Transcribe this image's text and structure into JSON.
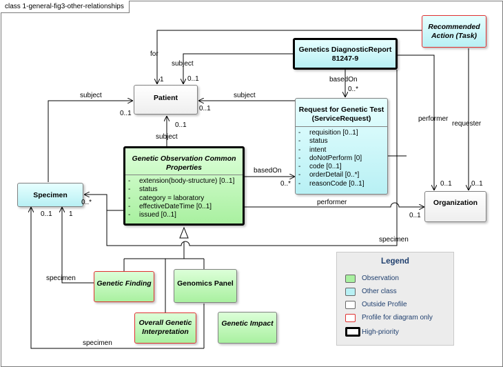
{
  "frame_title": "class 1-general-fig3-other-relationships",
  "classes": {
    "patient": {
      "name": "Patient"
    },
    "diagnostic_report": {
      "name": "Genetics DiagnosticReport",
      "code": "81247-9"
    },
    "recommended_action": {
      "line1": "Recommended",
      "line2": "Action (Task)"
    },
    "service_request": {
      "line1": "Request for Genetic Test",
      "line2": "(ServiceRequest)",
      "attributes": [
        "requisition [0..1]",
        "status",
        "intent",
        "doNotPerform [0]",
        "code [0..1]",
        "orderDetail [0..*]",
        "reasonCode [0..1]"
      ]
    },
    "observation_common": {
      "line1": "Genetic Observation Common",
      "line2": "Properties",
      "attributes": [
        "extension(body-structure) [0..1]",
        "status",
        "category = laboratory",
        "effectiveDateTime [0..1]",
        "issued [0..1]"
      ]
    },
    "specimen": {
      "name": "Specimen"
    },
    "organization": {
      "name": "Organization"
    },
    "genetic_finding": {
      "name": "Genetic Finding"
    },
    "genomics_panel": {
      "name": "Genomics Panel"
    },
    "overall_interpretation": {
      "line1": "Overall Genetic",
      "line2": "Interpretation"
    },
    "genetic_impact": {
      "name": "Genetic Impact"
    }
  },
  "edge_labels": {
    "for": "for",
    "for_mult": "1",
    "report_subject": "subject",
    "report_subject_mult": "0..1",
    "specimen_subject": "subject",
    "specimen_subject_mult": "0..1",
    "request_subject": "subject",
    "request_subject_mult": "0..1",
    "obs_subject": "subject",
    "obs_subject_mult": "0..1",
    "report_basedon": "basedOn",
    "report_basedon_mult": "0..*",
    "obs_basedon": "basedOn",
    "obs_basedon_mult": "0..*",
    "task_performer": "performer",
    "task_requester": "requester",
    "org_mult_a": "0..1",
    "org_mult_b": "0..1",
    "obs_performer": "performer",
    "obs_performer_mult": "0..1",
    "obs_specimen_mult": "0..*",
    "report_specimen": "specimen",
    "finding_specimen": "specimen",
    "finding_specimen_mult": "1",
    "interp_specimen": "specimen",
    "interp_specimen_mult": "0..1"
  },
  "legend": {
    "title": "Legend",
    "items": [
      "Observation",
      "Other class",
      "Outside Profile",
      "Profile for diagram only",
      "High-priority"
    ]
  },
  "colors": {
    "observation": "#a9f0a0",
    "other_class": "#b8f0f4",
    "outside_profile": "#ffffff",
    "profile_for_diagram_only_border": "#e03030",
    "high_priority_border": "#000000",
    "line": "#000000"
  }
}
